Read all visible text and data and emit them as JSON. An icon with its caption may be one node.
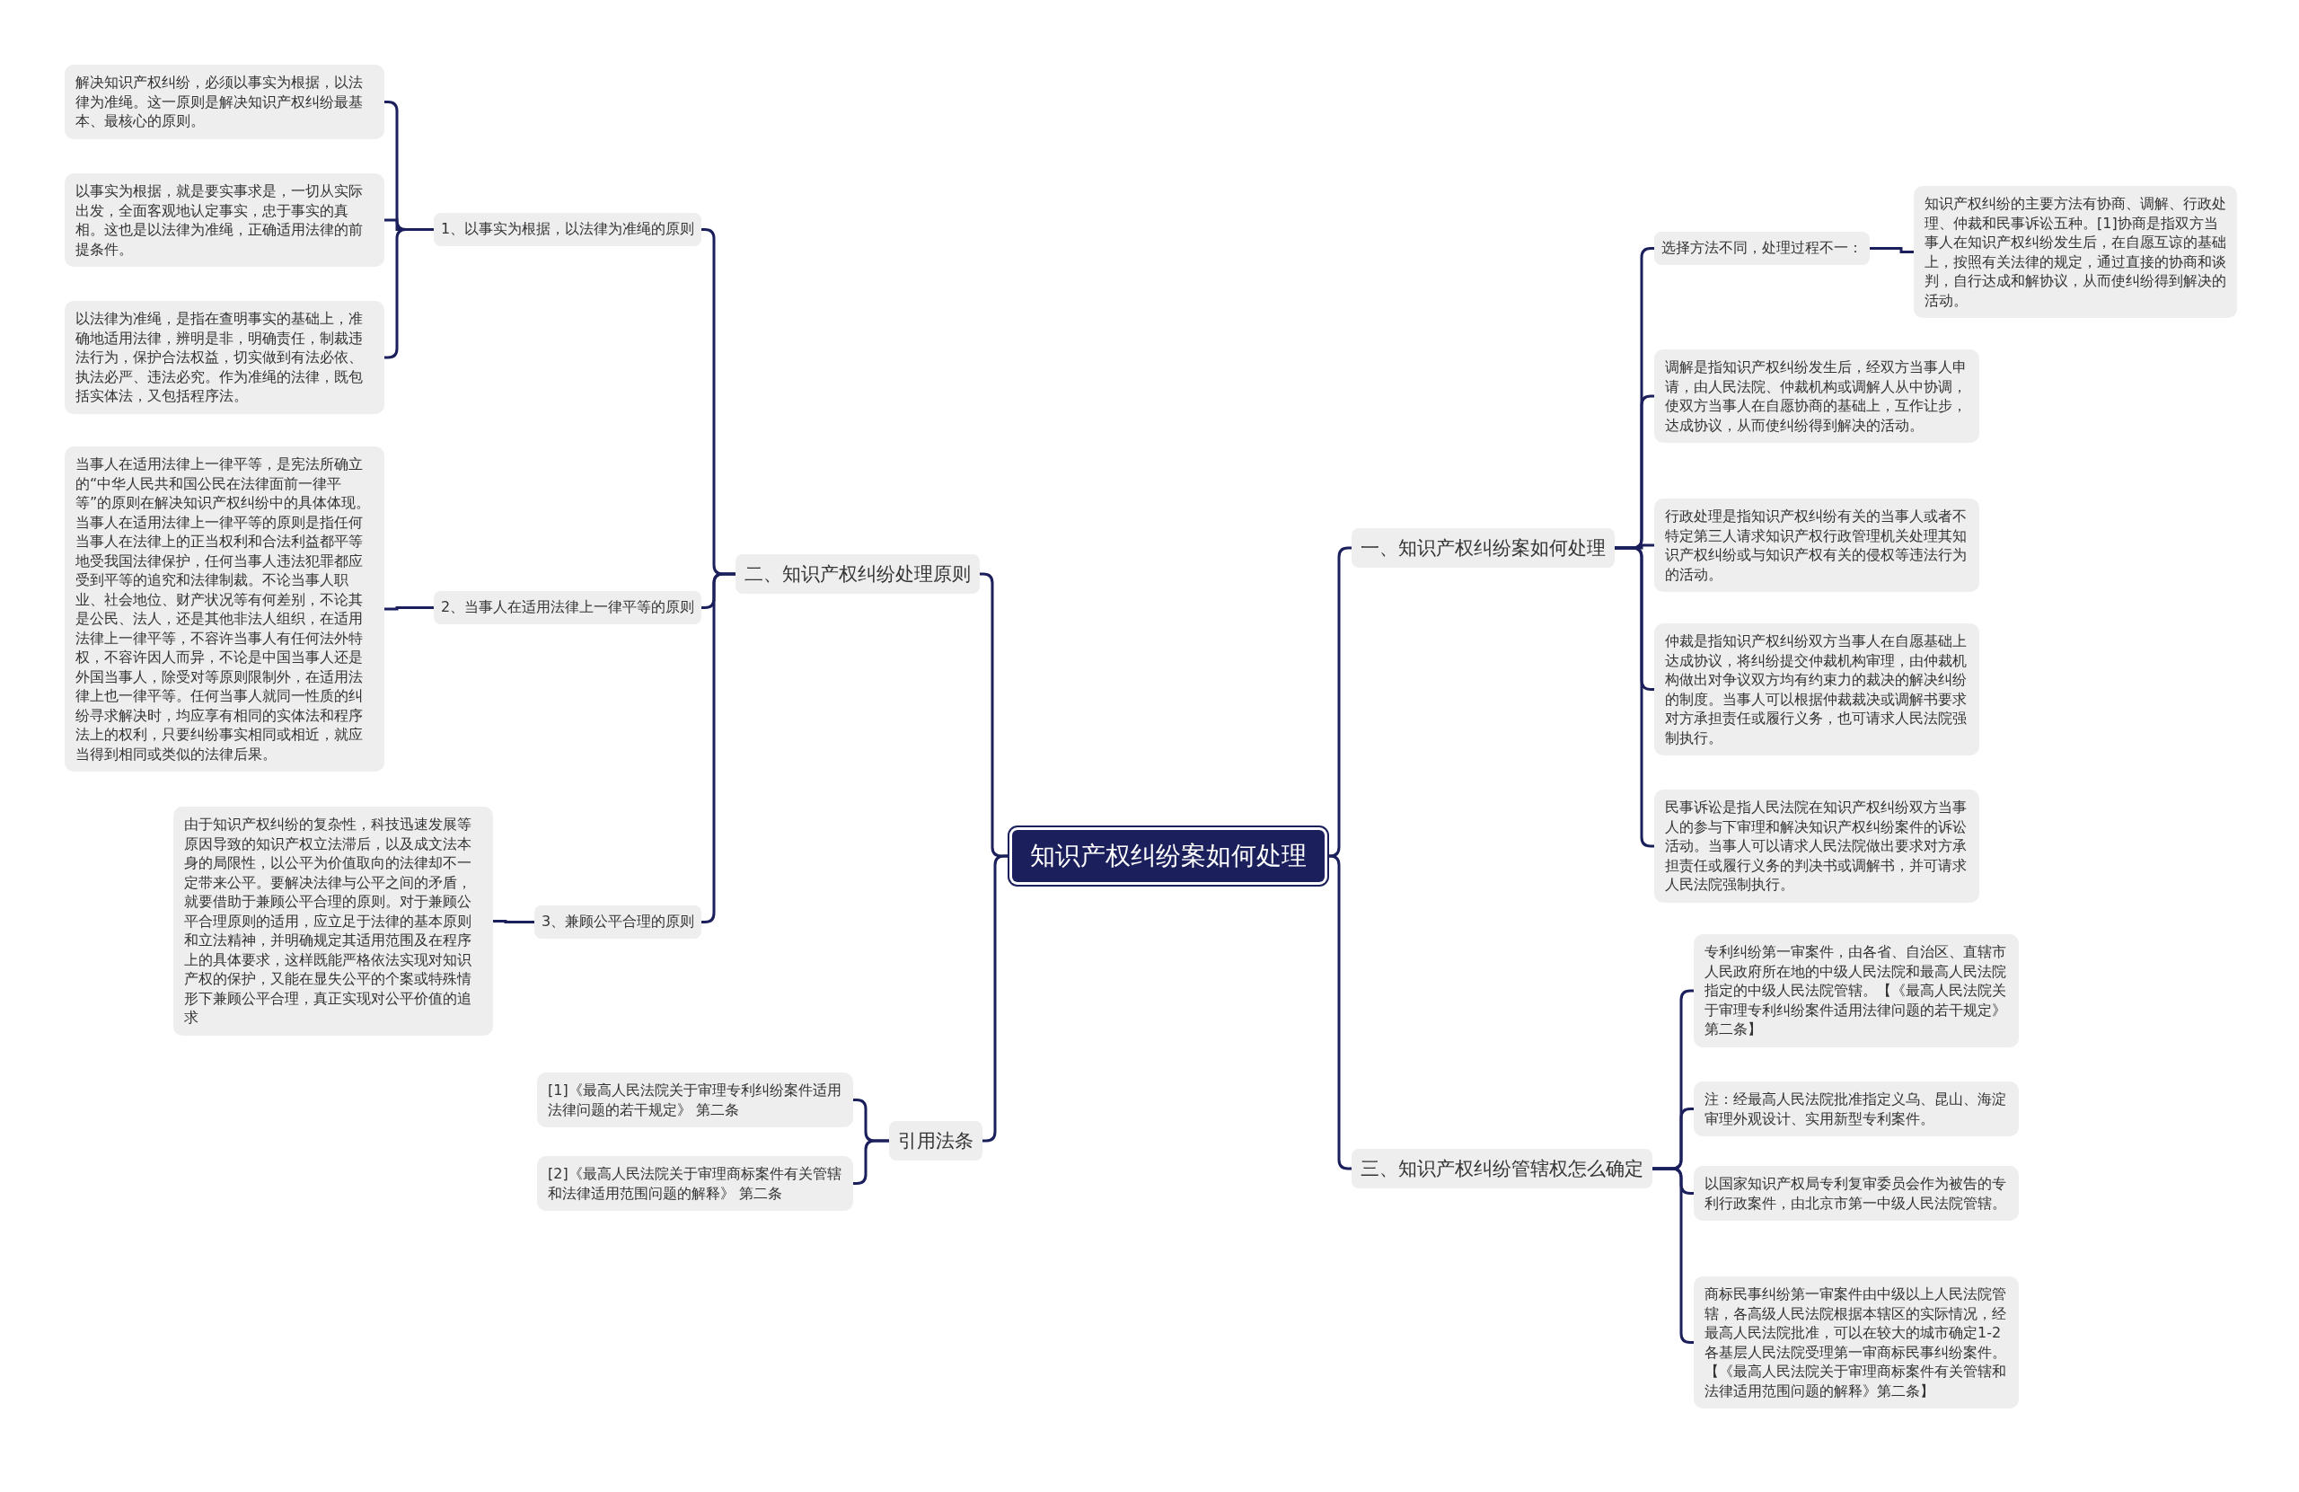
{
  "diagram": {
    "nodes": [
      {
        "text": [
          "知识产权纠纷案如何处理"
        ]
      },
      {
        "text": [
          "一、知识产权纠纷案如何处理"
        ]
      },
      {
        "text": [
          "选择方法不同，处理过程不一："
        ]
      },
      {
        "text": [
          "知识产权纠纷的主要方法有协商、调解、行政处理、仲裁和民事诉讼五种。[1]协商是指双方当事人在知识产权纠纷发生后，在自愿互谅的基础上，按照有关法律的规定，通过直接的协商和谈判，自行达成和解协议，从而使纠纷得到解决的活动。"
        ]
      },
      {
        "text": [
          "调解是指知识产权纠纷发生后，经双方当事人申请，由人民法院、仲裁机构或调解人从中协调，使双方当事人在自愿协商的基础上，互作让步，达成协议，从而使纠纷得到解决的活动。"
        ]
      },
      {
        "text": [
          "行政处理是指知识产权纠纷有关的当事人或者不特定第三人请求知识产权行政管理机关处理其知识产权纠纷或与知识产权有关的侵权等违法行为的活动。"
        ]
      },
      {
        "text": [
          "仲裁是指知识产权纠纷双方当事人在自愿基础上达成协议，将纠纷提交仲裁机构审理，由仲裁机构做出对争议双方均有约束力的裁决的解决纠纷的制度。当事人可以根据仲裁裁决或调解书要求对方承担责任或履行义务，也可请求人民法院强制执行。"
        ]
      },
      {
        "text": [
          "民事诉讼是指人民法院在知识产权纠纷双方当事人的参与下审理和解决知识产权纠纷案件的诉讼活动。当事人可以请求人民法院做出要求对方承担责任或履行义务的判决书或调解书，并可请求人民法院强制执行。"
        ]
      },
      {
        "text": [
          "三、知识产权纠纷管辖权怎么确定"
        ]
      },
      {
        "text": [
          "专利纠纷第一审案件，由各省、自治区、直辖市人民政府所在地的中级人民法院和最高人民法院指定的中级人民法院管辖。【《最高人民法院关于审理专利纠纷案件适用法律问题的若干规定》第二条】"
        ]
      },
      {
        "text": [
          "注：经最高人民法院批准指定义乌、昆山、海淀审理外观设计、实用新型专利案件。"
        ]
      },
      {
        "text": [
          "以国家知识产权局专利复审委员会作为被告的专利行政案件，由北京市第一中级人民法院管辖。"
        ]
      },
      {
        "text": [
          "商标民事纠纷第一审案件由中级以上人民法院管辖，各高级人民法院根据本辖区的实际情况，经最高人民法院批准，可以在较大的城市确定1-2各基层人民法院受理第一审商标民事纠纷案件。【《最高人民法院关于审理商标案件有关管辖和法律适用范围问题的解释》第二条】"
        ]
      },
      {
        "text": [
          "二、知识产权纠纷处理原则"
        ]
      },
      {
        "text": [
          "1、以事实为根据，以法律为准绳的原则"
        ]
      },
      {
        "text": [
          "解决知识产权纠纷，必须以事实为根据，以法律为准绳。这一原则是解决知识产权纠纷最基本、最核心的原则。"
        ]
      },
      {
        "text": [
          "以事实为根据，就是要实事求是，一切从实际出发，全面客观地认定事实，忠于事实的真相。这也是以法律为准绳，正确适用法律的前提条件。"
        ]
      },
      {
        "text": [
          "以法律为准绳，是指在查明事实的基础上，准确地适用法律，辨明是非，明确责任，制裁违法行为，保护合法权益，切实做到有法必依、执法必严、违法必究。作为准绳的法律，既包括实体法，又包括程序法。"
        ]
      },
      {
        "text": [
          "2、当事人在适用法律上一律平等的原则"
        ]
      },
      {
        "text": [
          "当事人在适用法律上一律平等，是宪法所确立的“中华人民共和国公民在法律面前一律平等”的原则在解决知识产权纠纷中的具体体现。当事人在适用法律上一律平等的原则是指任何当事人在法律上的正当权利和合法利益都平等地受我国法律保护，任何当事人违法犯罪都应受到平等的追究和法律制裁。不论当事人职业、社会地位、财产状况等有何差别，不论其是公民、法人，还是其他非法人组织，在适用法律上一律平等，不容许当事人有任何法外特权，不容许因人而异，不论是中国当事人还是外国当事人，除受对等原则限制外，在适用法律上也一律平等。任何当事人就同一性质的纠纷寻求解决时，均应享有相同的实体法和程序法上的权利，只要纠纷事实相同或相近，就应当得到相同或类似的法律后果。"
        ]
      },
      {
        "text": [
          "3、兼顾公平合理的原则"
        ]
      },
      {
        "text": [
          "由于知识产权纠纷的复杂性，科技迅速发展等原因导致的知识产权立法滞后，以及成文法本身的局限性，以公平为价值取向的法律却不一定带来公平。要解决法律与公平之间的矛盾，就要借助于兼顾公平合理的原则。对于兼顾公平合理原则的适用，应立足于法律的基本原则和立法精神，并明确规定其适用范围及在程序上的具体要求，这样既能严格依法实现对知识产权的保护，又能在显失公平的个案或特殊情形下兼顾公平合理，真正实现对公平价值的追求"
        ]
      },
      {
        "text": [
          "引用法条"
        ]
      },
      {
        "text": [
          "[1]《最高人民法院关于审理专利纠纷案件适用法律问题的若干规定》 第二条"
        ]
      },
      {
        "text": [
          "[2]《最高人民法院关于审理商标案件有关管辖和法律适用范围问题的解释》 第二条"
        ]
      }
    ],
    "edges": [
      {
        "from": 0,
        "to": 1,
        "arrow": "none"
      },
      {
        "from": 1,
        "to": 2,
        "arrow": "none"
      },
      {
        "from": 2,
        "to": 3,
        "arrow": "none"
      },
      {
        "from": 1,
        "to": 4,
        "arrow": "none"
      },
      {
        "from": 1,
        "to": 5,
        "arrow": "none"
      },
      {
        "from": 1,
        "to": 6,
        "arrow": "none"
      },
      {
        "from": 1,
        "to": 7,
        "arrow": "none"
      },
      {
        "from": 0,
        "to": 8,
        "arrow": "none"
      },
      {
        "from": 8,
        "to": 9,
        "arrow": "none"
      },
      {
        "from": 8,
        "to": 10,
        "arrow": "none"
      },
      {
        "from": 8,
        "to": 11,
        "arrow": "none"
      },
      {
        "from": 8,
        "to": 12,
        "arrow": "none"
      },
      {
        "from": 0,
        "to": 13,
        "arrow": "none"
      },
      {
        "from": 13,
        "to": 14,
        "arrow": "none"
      },
      {
        "from": 14,
        "to": 15,
        "arrow": "none"
      },
      {
        "from": 14,
        "to": 16,
        "arrow": "none"
      },
      {
        "from": 14,
        "to": 17,
        "arrow": "none"
      },
      {
        "from": 13,
        "to": 18,
        "arrow": "none"
      },
      {
        "from": 18,
        "to": 19,
        "arrow": "none"
      },
      {
        "from": 13,
        "to": 20,
        "arrow": "none"
      },
      {
        "from": 20,
        "to": 21,
        "arrow": "none"
      },
      {
        "from": 0,
        "to": 22,
        "arrow": "none"
      },
      {
        "from": 22,
        "to": 23,
        "arrow": "none"
      },
      {
        "from": 22,
        "to": 24,
        "arrow": "none"
      }
    ]
  }
}
